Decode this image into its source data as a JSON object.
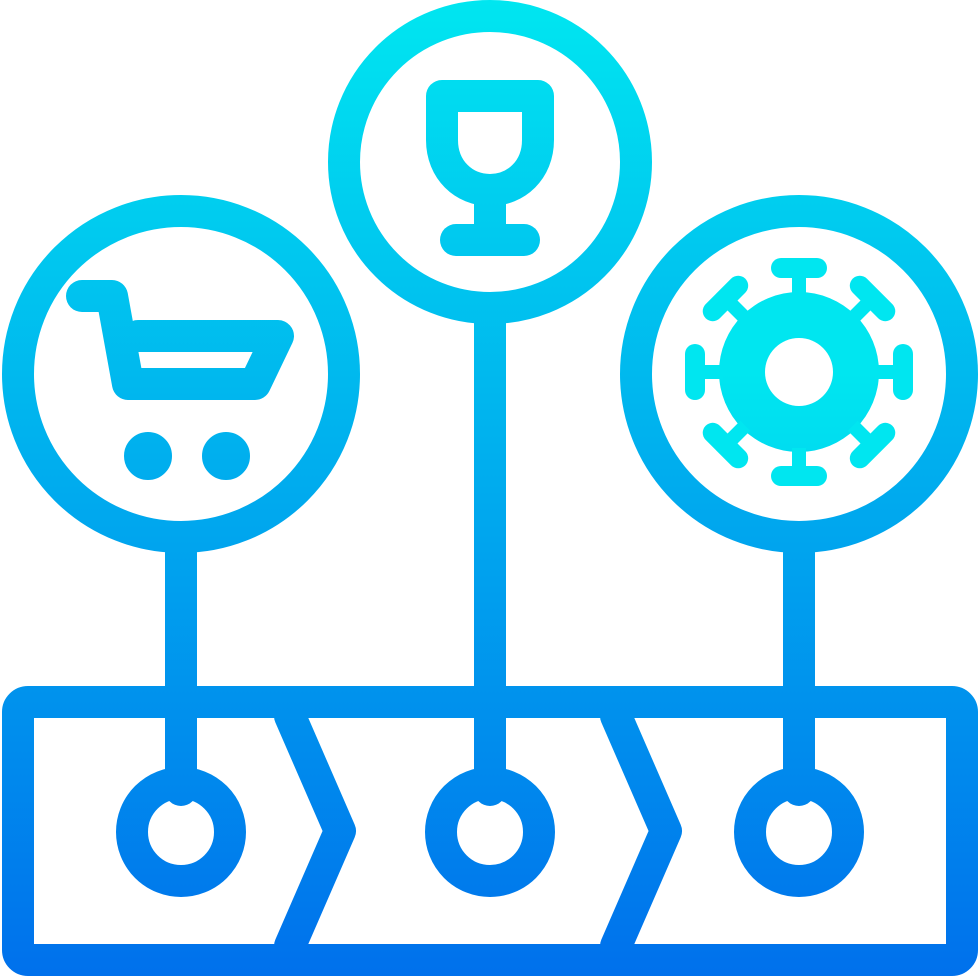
{
  "icon": {
    "name": "timeline-infographic-icon",
    "gradient": {
      "top_color": "#00e6f0",
      "bottom_color": "#0070ec"
    },
    "background": "#ffffff",
    "milestones": [
      {
        "id": "shopping",
        "icon": "shopping-cart-icon"
      },
      {
        "id": "drink",
        "icon": "wine-glass-icon"
      },
      {
        "id": "virus",
        "icon": "virus-icon"
      }
    ]
  }
}
